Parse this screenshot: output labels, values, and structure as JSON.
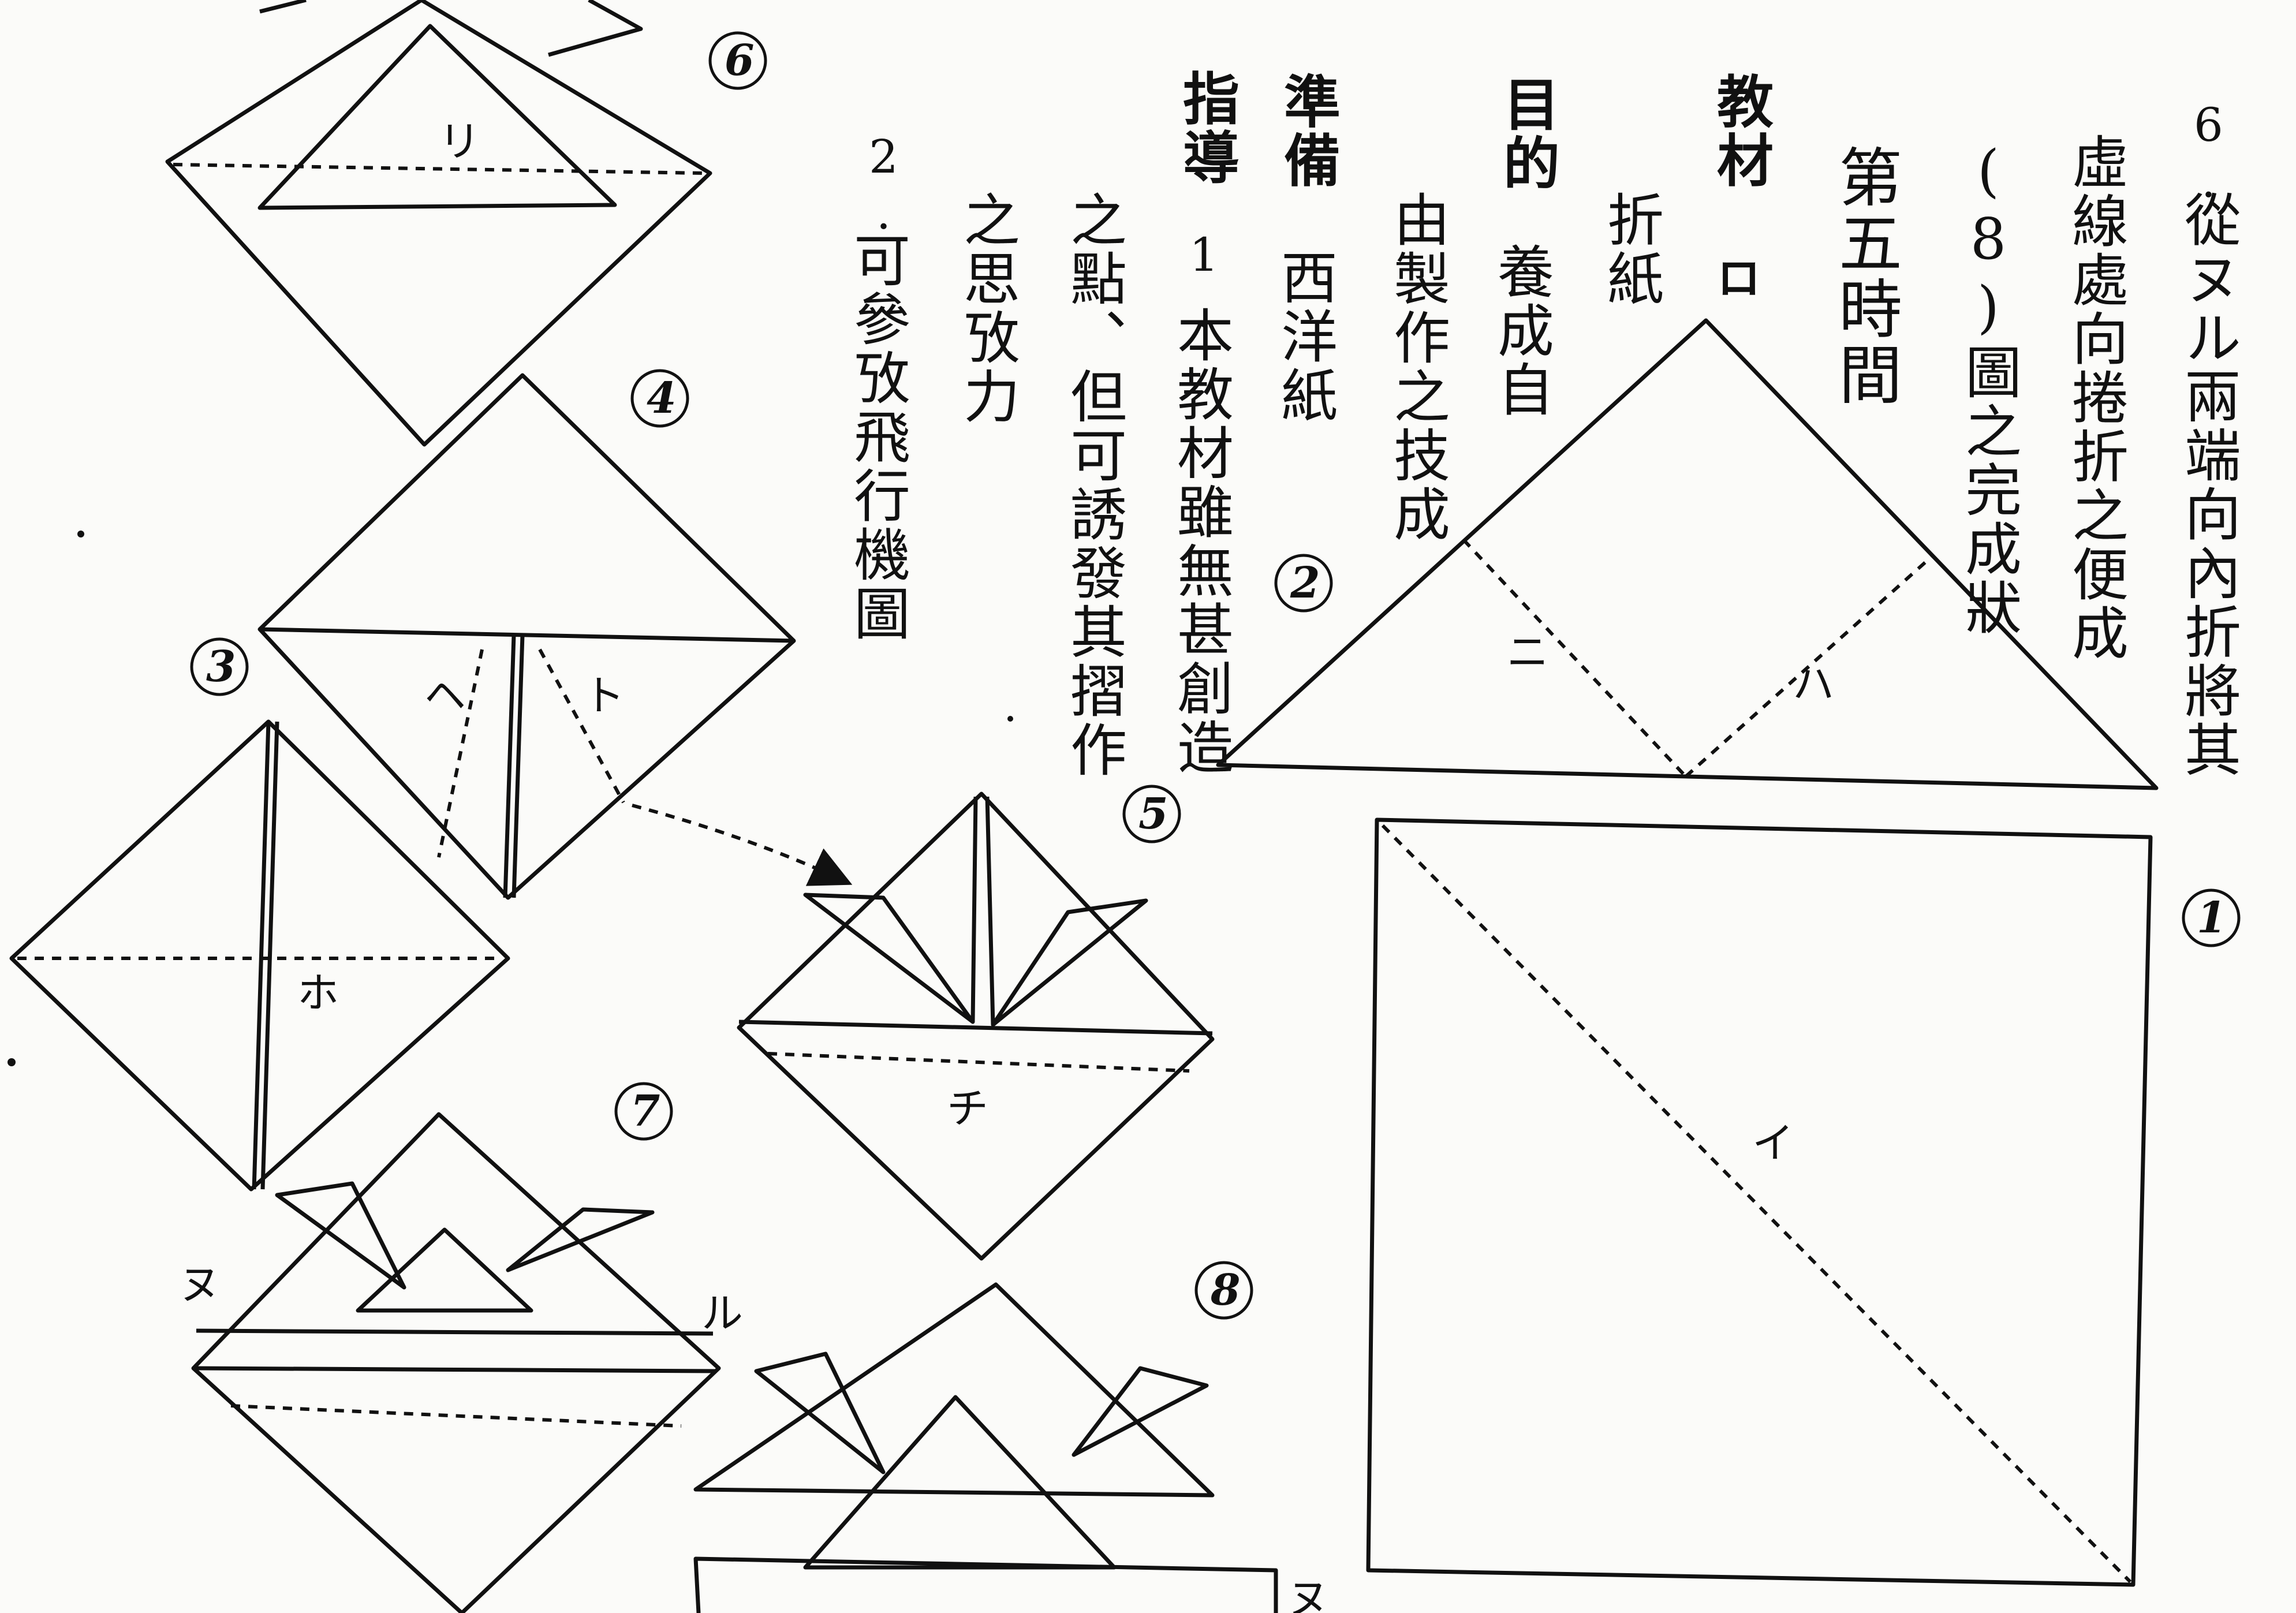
{
  "text_columns": [
    {
      "id": "c1",
      "text": "6.",
      "bold": false
    },
    {
      "id": "c2",
      "text": "從ヌル兩端向內折將其",
      "bold": false
    },
    {
      "id": "c3",
      "text": "虛線處向捲折之便成",
      "bold": false
    },
    {
      "id": "c4",
      "text": "(8)圖之完成狀",
      "bold": false
    },
    {
      "id": "c5",
      "text": "第五時間",
      "bold": false
    },
    {
      "id": "c6",
      "text": "教材",
      "bold": true
    },
    {
      "id": "c6b",
      "text": "ロ",
      "bold": true
    },
    {
      "id": "c7",
      "text": "折紙",
      "bold": false
    },
    {
      "id": "c8a",
      "text": "目的",
      "bold": true
    },
    {
      "id": "c8b",
      "text": "養成自",
      "bold": false
    },
    {
      "id": "c9",
      "text": "由製作之技成",
      "bold": false
    },
    {
      "id": "c10a",
      "text": "準備",
      "bold": true
    },
    {
      "id": "c10b",
      "text": "西洋紙",
      "bold": false
    },
    {
      "id": "c11a",
      "text": "指導",
      "bold": true
    },
    {
      "id": "c11b",
      "text": "1.",
      "bold": false
    },
    {
      "id": "c11c",
      "text": "本教材雖無甚創造",
      "bold": false
    },
    {
      "id": "c12",
      "text": "之點、但可誘發其摺作",
      "bold": false
    },
    {
      "id": "c13",
      "text": "之思攷力",
      "bold": false
    },
    {
      "id": "c14a",
      "text": "2.",
      "bold": false
    },
    {
      "id": "c14b",
      "text": "可參攷飛行機圖",
      "bold": false
    }
  ],
  "step_numbers": [
    "1",
    "2",
    "3",
    "4",
    "5",
    "6",
    "7",
    "8"
  ],
  "fold_labels": {
    "i": "イ",
    "ni": "ニ",
    "ha": "ハ",
    "ho": "ホ",
    "he": "ヘ",
    "to": "ト",
    "chi": "チ",
    "ri": "リ",
    "nu": "ヌ",
    "ru": "ル",
    "nu2": "ヌ"
  }
}
